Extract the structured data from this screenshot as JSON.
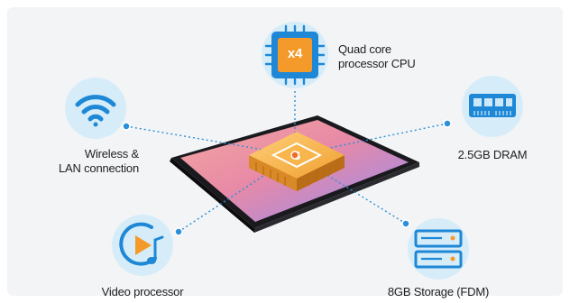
{
  "labels": {
    "cpu_line1": "Quad core",
    "cpu_line2": "processor CPU",
    "cpu_chip_text": "x4",
    "wireless_line1": "Wireless &",
    "wireless_line2": "LAN connection",
    "dram": "2.5GB DRAM",
    "video": "Video processor",
    "storage": "8GB Storage (FDM)"
  },
  "icons": {
    "cpu": "cpu-chip-icon",
    "wireless": "wifi-icon",
    "dram": "ram-module-icon",
    "video": "video-play-icon",
    "storage": "server-storage-icon",
    "center": "soc-chip-icon"
  },
  "colors": {
    "accent_blue": "#2a8fd8",
    "icon_bg": "#d4ecf8",
    "chip_orange": "#f2a23a",
    "panel_bg": "#f3f4f6"
  }
}
